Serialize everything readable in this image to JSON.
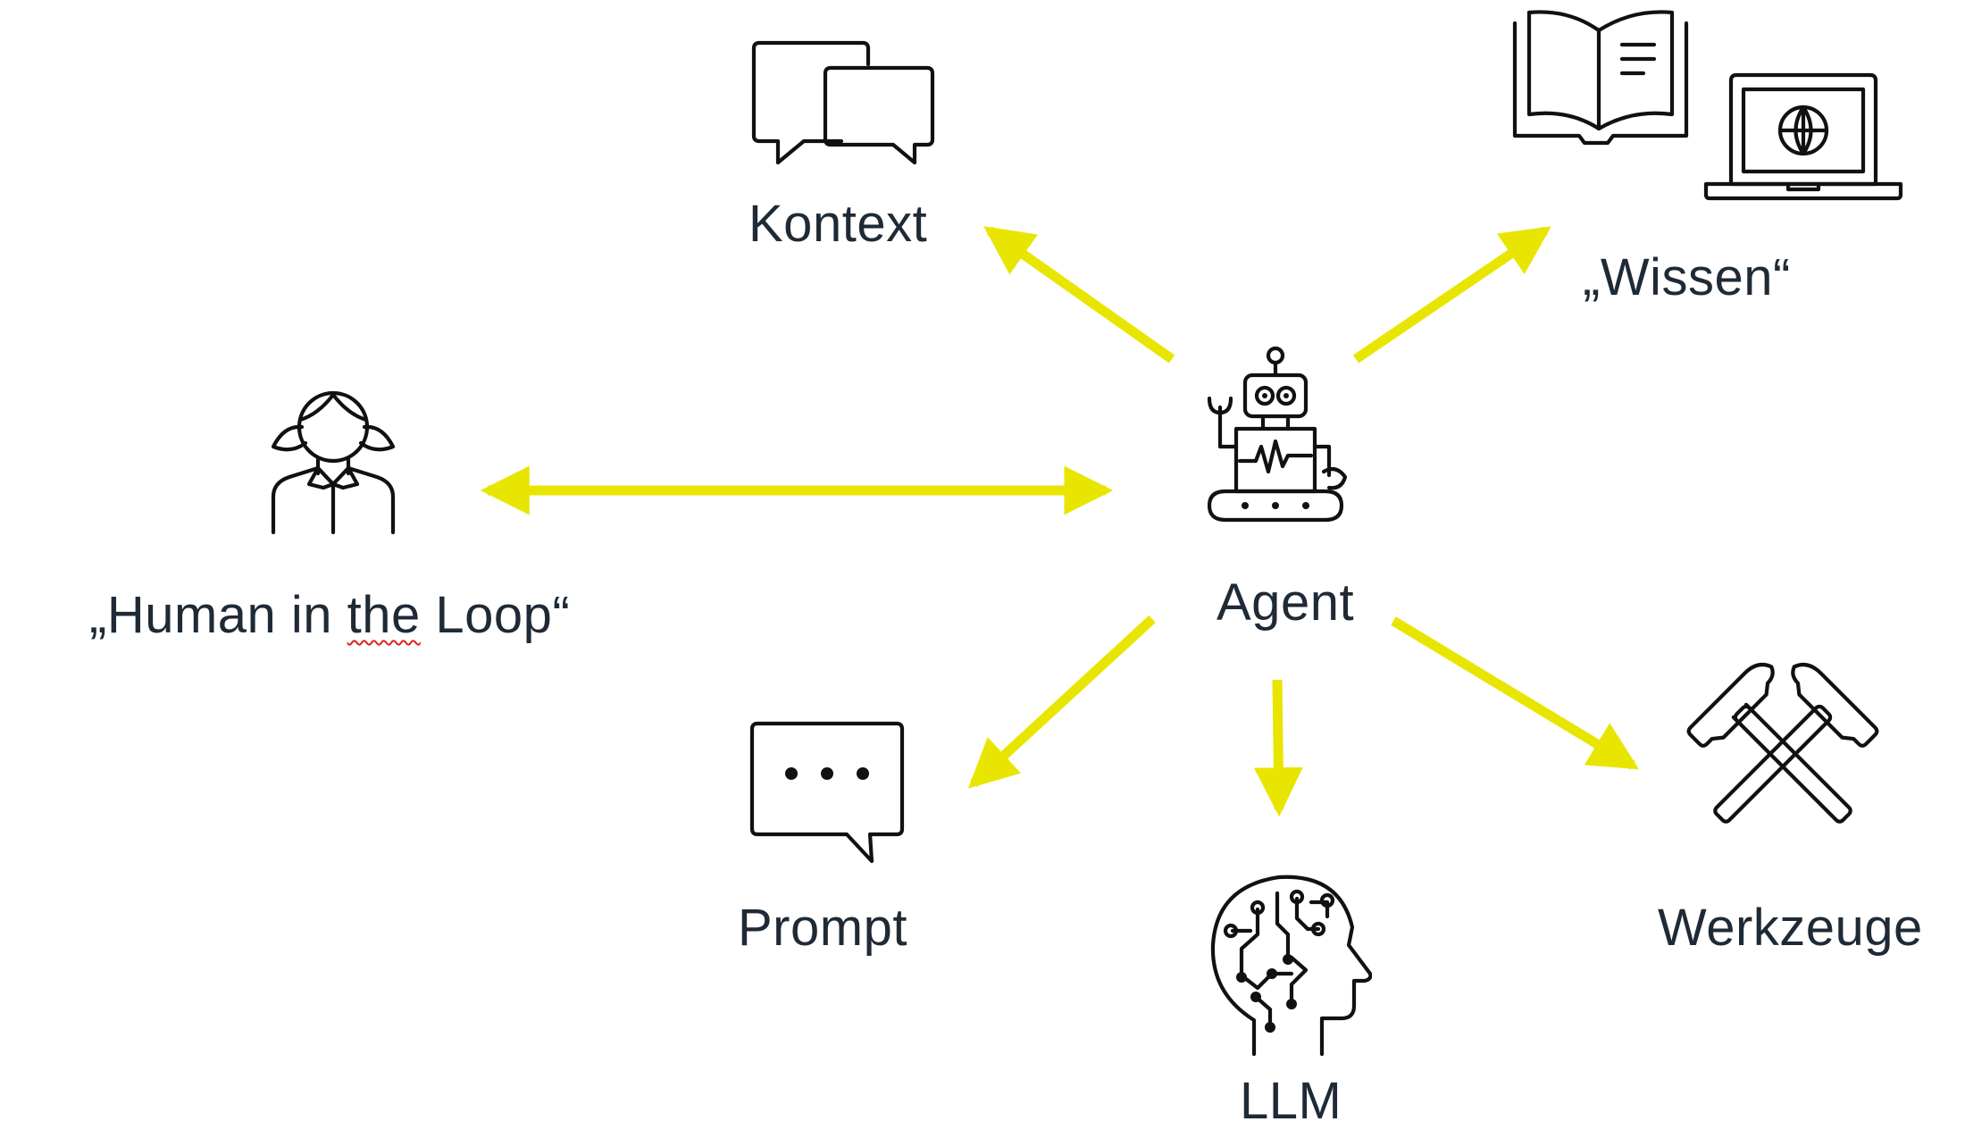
{
  "accent_color": "#e8e600",
  "ink_color": "#111111",
  "text_color": "#1e2a36",
  "nodes": {
    "agent": {
      "label": "Agent",
      "icon": "robot-icon"
    },
    "kontext": {
      "label": "Kontext",
      "icon": "speech-bubbles-icon"
    },
    "wissen": {
      "label": "„Wissen“",
      "icon": "book-and-laptop-icon"
    },
    "human": {
      "label_prefix": "„Human in ",
      "label_marked": "the",
      "label_suffix": " Loop“",
      "icon": "person-icon"
    },
    "prompt": {
      "label": "Prompt",
      "icon": "chat-ellipsis-icon"
    },
    "llm": {
      "label": "LLM",
      "icon": "ai-head-icon"
    },
    "werkzeuge": {
      "label": "Werkzeuge",
      "icon": "crossed-hammers-icon"
    }
  },
  "connections": [
    {
      "from": "Agent",
      "to": "Kontext",
      "direction": "one-way"
    },
    {
      "from": "Agent",
      "to": "„Wissen“",
      "direction": "one-way"
    },
    {
      "from": "Agent",
      "to": "„Human in the Loop“",
      "direction": "two-way"
    },
    {
      "from": "Agent",
      "to": "Prompt",
      "direction": "one-way"
    },
    {
      "from": "Agent",
      "to": "LLM",
      "direction": "one-way"
    },
    {
      "from": "Agent",
      "to": "Werkzeuge",
      "direction": "one-way"
    }
  ]
}
